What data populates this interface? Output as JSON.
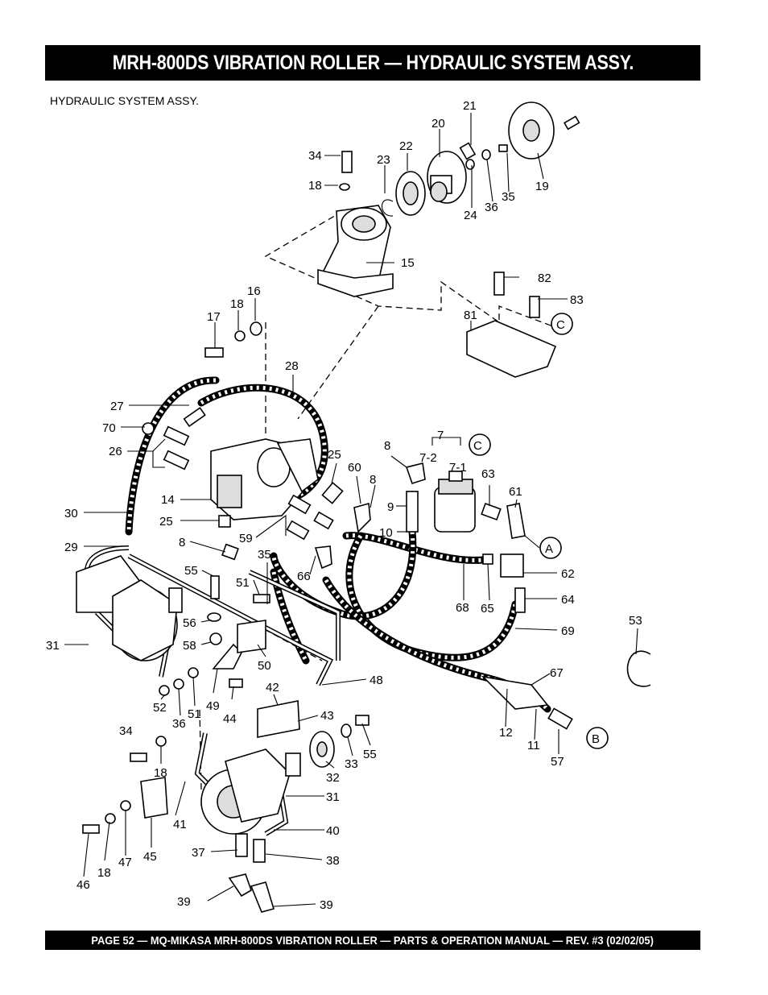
{
  "header": {
    "title": "MRH-800DS VIBRATION ROLLER — HYDRAULIC SYSTEM ASSY."
  },
  "diagram": {
    "caption": "HYDRAULIC SYSTEM  ASSY.",
    "callouts": [
      "21",
      "20",
      "22",
      "34",
      "23",
      "18",
      "24",
      "36",
      "35",
      "19",
      "15",
      "82",
      "83",
      "81",
      "C",
      "16",
      "18",
      "17",
      "28",
      "27",
      "70",
      "26",
      "14",
      "30",
      "25",
      "8",
      "29",
      "31",
      "55",
      "56",
      "58",
      "35",
      "51",
      "50",
      "49",
      "44",
      "42",
      "48",
      "43",
      "33",
      "55",
      "32",
      "31",
      "40",
      "38",
      "37",
      "39",
      "39",
      "34",
      "18",
      "52",
      "36",
      "51",
      "41",
      "45",
      "47",
      "46",
      "18",
      "7",
      "7-2",
      "7-1",
      "C",
      "8",
      "9",
      "10",
      "25",
      "60",
      "8",
      "59",
      "66",
      "63",
      "61",
      "A",
      "62",
      "64",
      "69",
      "68",
      "65",
      "67",
      "12",
      "11",
      "57",
      "B",
      "53"
    ]
  },
  "footer": {
    "text": "PAGE 52 — MQ-MIKASA MRH-800DS VIBRATION ROLLER — PARTS & OPERATION MANUAL — REV. #3 (02/02/05)"
  }
}
